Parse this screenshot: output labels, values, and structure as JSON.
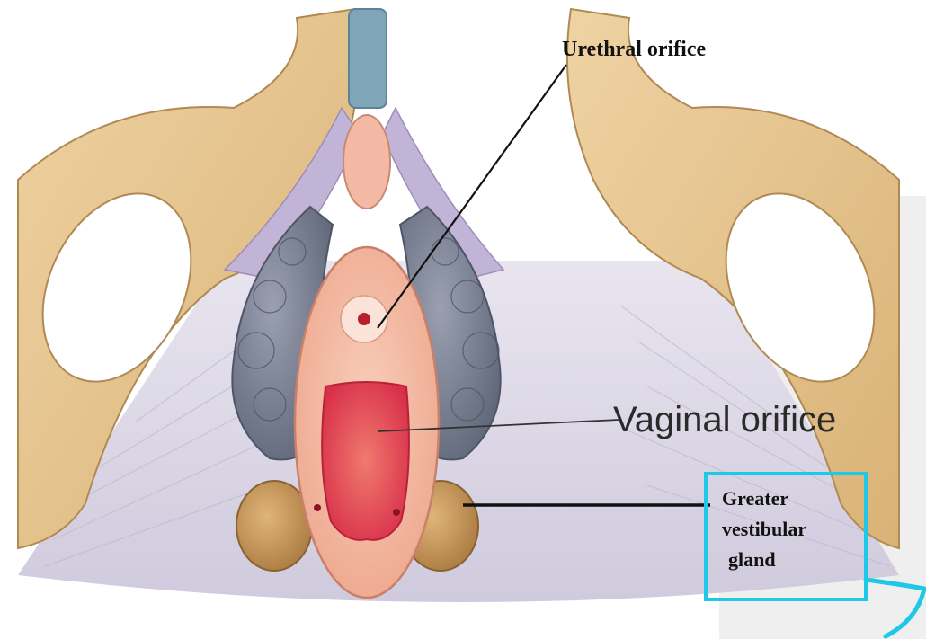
{
  "labels": {
    "urethral_orifice": "Urethral orifice",
    "vaginal_orifice": "Vaginal orifice",
    "greater_vestibular_gland": [
      "Greater",
      "vestibular",
      "gland"
    ]
  },
  "colors": {
    "bone": "#e6c693",
    "bone_shadow": "#b08a55",
    "muscle": "#d9d6e6",
    "gland_gray": "#7d8496",
    "gland_tan": "#c79a5c",
    "vestibule": "#f2b8a2",
    "orifice_red": "#d8404a",
    "highlight_box": "#1ec8e6",
    "panel_gray": "#efefef"
  }
}
